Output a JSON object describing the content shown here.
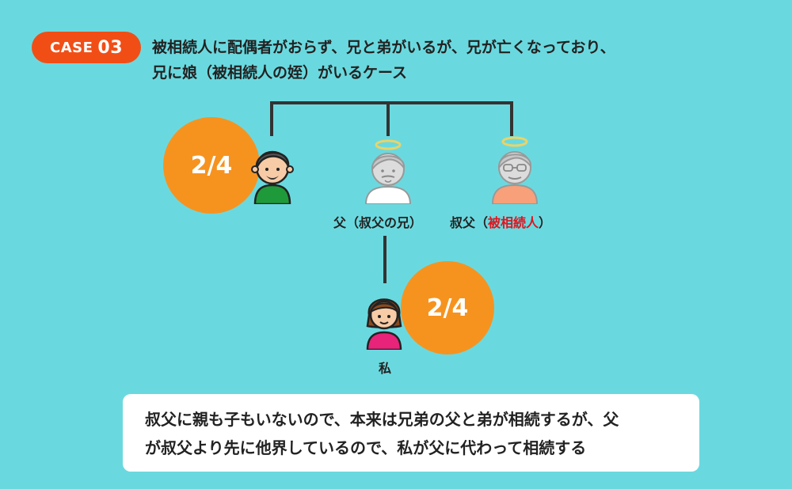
{
  "case_badge": {
    "prefix": "CASE",
    "number": "03"
  },
  "headline": {
    "line1": "被相続人に配偶者がおらず、兄と弟がいるが、兄が亡くなっており、",
    "line2": "兄に娘（被相続人の姪）がいるケース"
  },
  "people": {
    "uncle_brother": {
      "share": "2/4"
    },
    "father": {
      "label": "父（叔父の兄）"
    },
    "decedent": {
      "label_prefix": "叔父（",
      "label_highlight": "被相続人",
      "label_suffix": "）"
    },
    "me": {
      "label": "私",
      "share": "2/4"
    }
  },
  "note": {
    "line1": "叔父に親も子もいないので、本来は兄弟の父と弟が相続するが、父",
    "line2": "が叔父より先に他界しているので、私が父に代わって相続する"
  },
  "colors": {
    "background": "#6ad9df",
    "badge": "#f14e16",
    "share_circle": "#f6931f",
    "highlight_text": "#e0141e"
  },
  "icons": [
    "person-elderly-man-icon",
    "person-deceased-father-icon",
    "person-deceased-uncle-icon",
    "person-woman-icon",
    "halo-icon"
  ]
}
